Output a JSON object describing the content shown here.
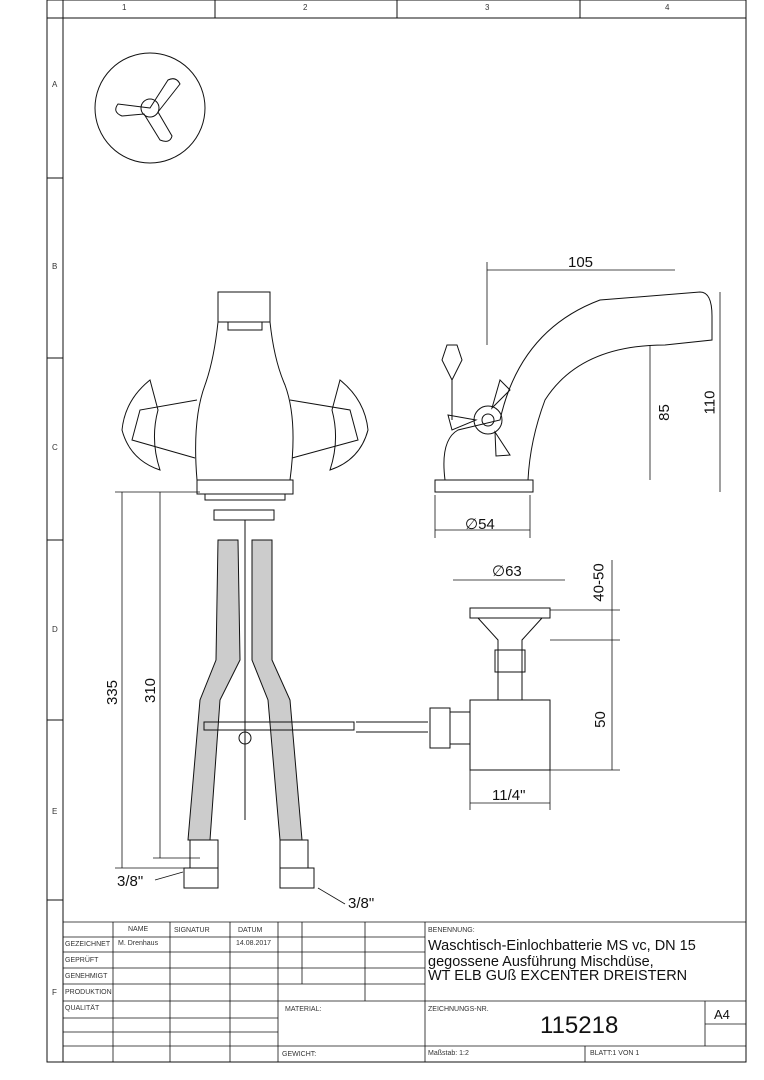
{
  "ruler": {
    "columns": [
      "1",
      "2",
      "3",
      "4"
    ],
    "rows": [
      "A",
      "B",
      "C",
      "D",
      "E",
      "F"
    ]
  },
  "dimensions": {
    "spout_reach": "105",
    "spout_height": "85",
    "total_height": "110",
    "base_diameter": "∅54",
    "drain_diameter": "∅63",
    "drain_top": "40-50",
    "drain_body": "50",
    "drain_thread": "11/4\"",
    "hose_length_outer": "335",
    "hose_length_inner": "310",
    "connection_left": "3/8\"",
    "connection_right": "3/8\""
  },
  "title_block": {
    "headers": {
      "name": "NAME",
      "signatur": "SIGNATUR",
      "datum": "DATUM"
    },
    "rows": {
      "gezeichnet": "GEZEICHNET",
      "geprueft": "GEPRÜFT",
      "genehmigt": "GENEHMIGT",
      "produktion": "PRODUKTION",
      "qualitaet": "QUALITÄT"
    },
    "drawn_by": "M. Drenhaus",
    "date": "14.08.2017",
    "benennung_label": "BENENNUNG:",
    "title_line1": "Waschtisch-Einlochbatterie MS vc, DN 15",
    "title_line2": "gegossene Ausführung Mischdüse,",
    "title_line3": "WT ELB GUß EXCENTER DREISTERN",
    "material_label": "MATERIAL:",
    "zeichnungs_nr_label": "ZEICHNUNGS-NR.",
    "drawing_number": "115218",
    "format": "A4",
    "gewicht_label": "GEWICHT:",
    "scale": "Maßstab: 1:2",
    "sheet": "BLATT:1 VON 1"
  }
}
